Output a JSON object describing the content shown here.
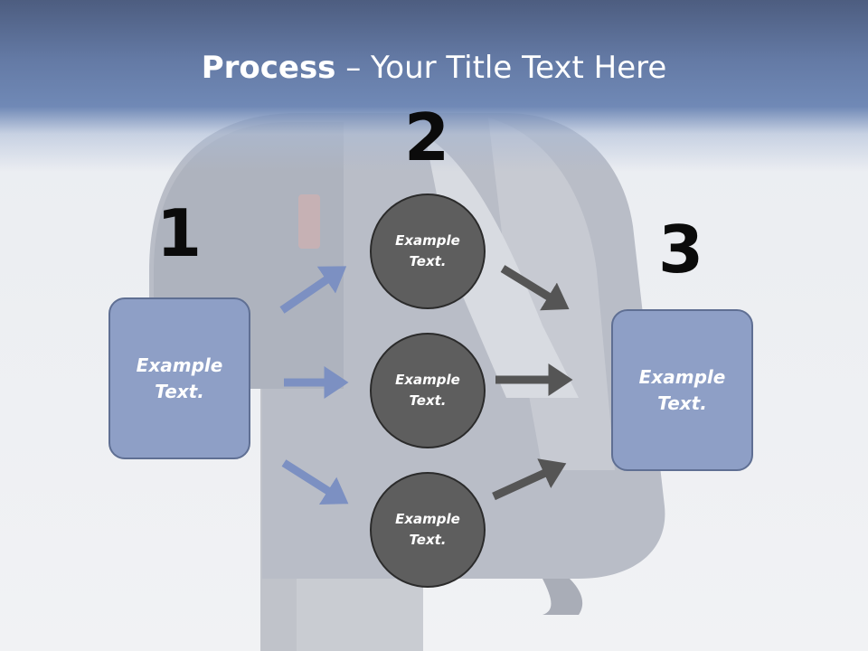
{
  "title": {
    "bold": "Process",
    "rest": " – Your Title Text Here"
  },
  "steps": {
    "one": "1",
    "two": "2",
    "three": "3"
  },
  "left_box": {
    "line1": "Example",
    "line2": "Text."
  },
  "right_box": {
    "line1": "Example",
    "line2": "Text."
  },
  "circles": [
    {
      "line1": "Example",
      "line2": "Text."
    },
    {
      "line1": "Example",
      "line2": "Text."
    },
    {
      "line1": "Example",
      "line2": "Text."
    }
  ],
  "colors": {
    "title_band": "#647aa5",
    "box_fill": "#8e9fc6",
    "circle_fill": "#5e5e5e",
    "blue_arrow": "#7c90c2",
    "gray_arrow": "#555555"
  }
}
